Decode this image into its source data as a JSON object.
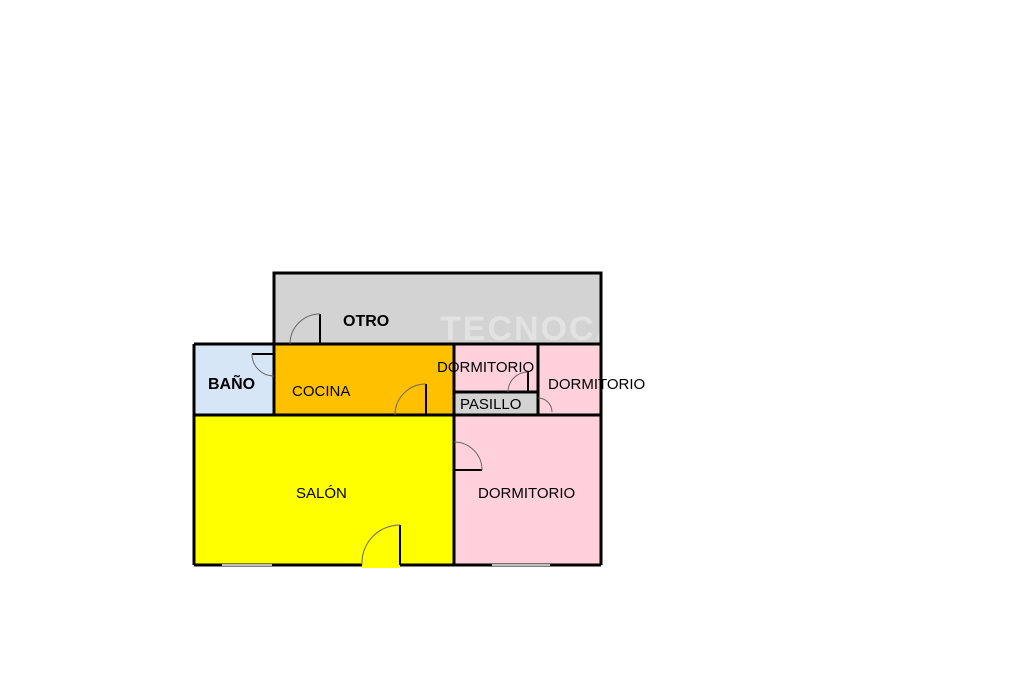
{
  "floorplan": {
    "rooms": {
      "otro": {
        "label": "OTRO",
        "color": "#d3d3d3"
      },
      "bano": {
        "label": "BAÑO",
        "color": "#d6e6f7"
      },
      "cocina": {
        "label": "COCINA",
        "color": "#ffc000"
      },
      "dormitorio_small": {
        "label": "DORMITORIO",
        "color": "#ffd1dc"
      },
      "dormitorio_right": {
        "label": "DORMITORIO",
        "color": "#ffd1dc"
      },
      "pasillo": {
        "label": "PASILLO",
        "color": "#d3d3d3"
      },
      "salon": {
        "label": "SALÓN",
        "color": "#ffff00"
      },
      "dormitorio_main": {
        "label": "DORMITORIO",
        "color": "#ffd1dc"
      }
    },
    "watermark": "TECNOCASA",
    "wall_color": "#000000"
  }
}
